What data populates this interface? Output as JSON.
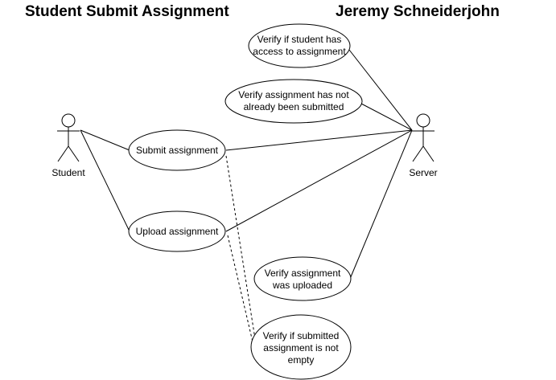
{
  "titles": {
    "left": "Student Submit Assignment",
    "right": "Jeremy Schneiderjohn"
  },
  "actors": {
    "student": "Student",
    "server": "Server"
  },
  "use_cases": {
    "verify_access": [
      "Verify if student has",
      "access to assignment"
    ],
    "verify_not_submitted": [
      "Verify assignment has not",
      "already been submitted"
    ],
    "submit": [
      "Submit assignment"
    ],
    "upload": [
      "Upload assignment"
    ],
    "verify_uploaded": [
      "Verify assignment",
      "was uploaded"
    ],
    "verify_not_empty": [
      "Verify if submitted",
      "assignment is not",
      "empty"
    ]
  }
}
